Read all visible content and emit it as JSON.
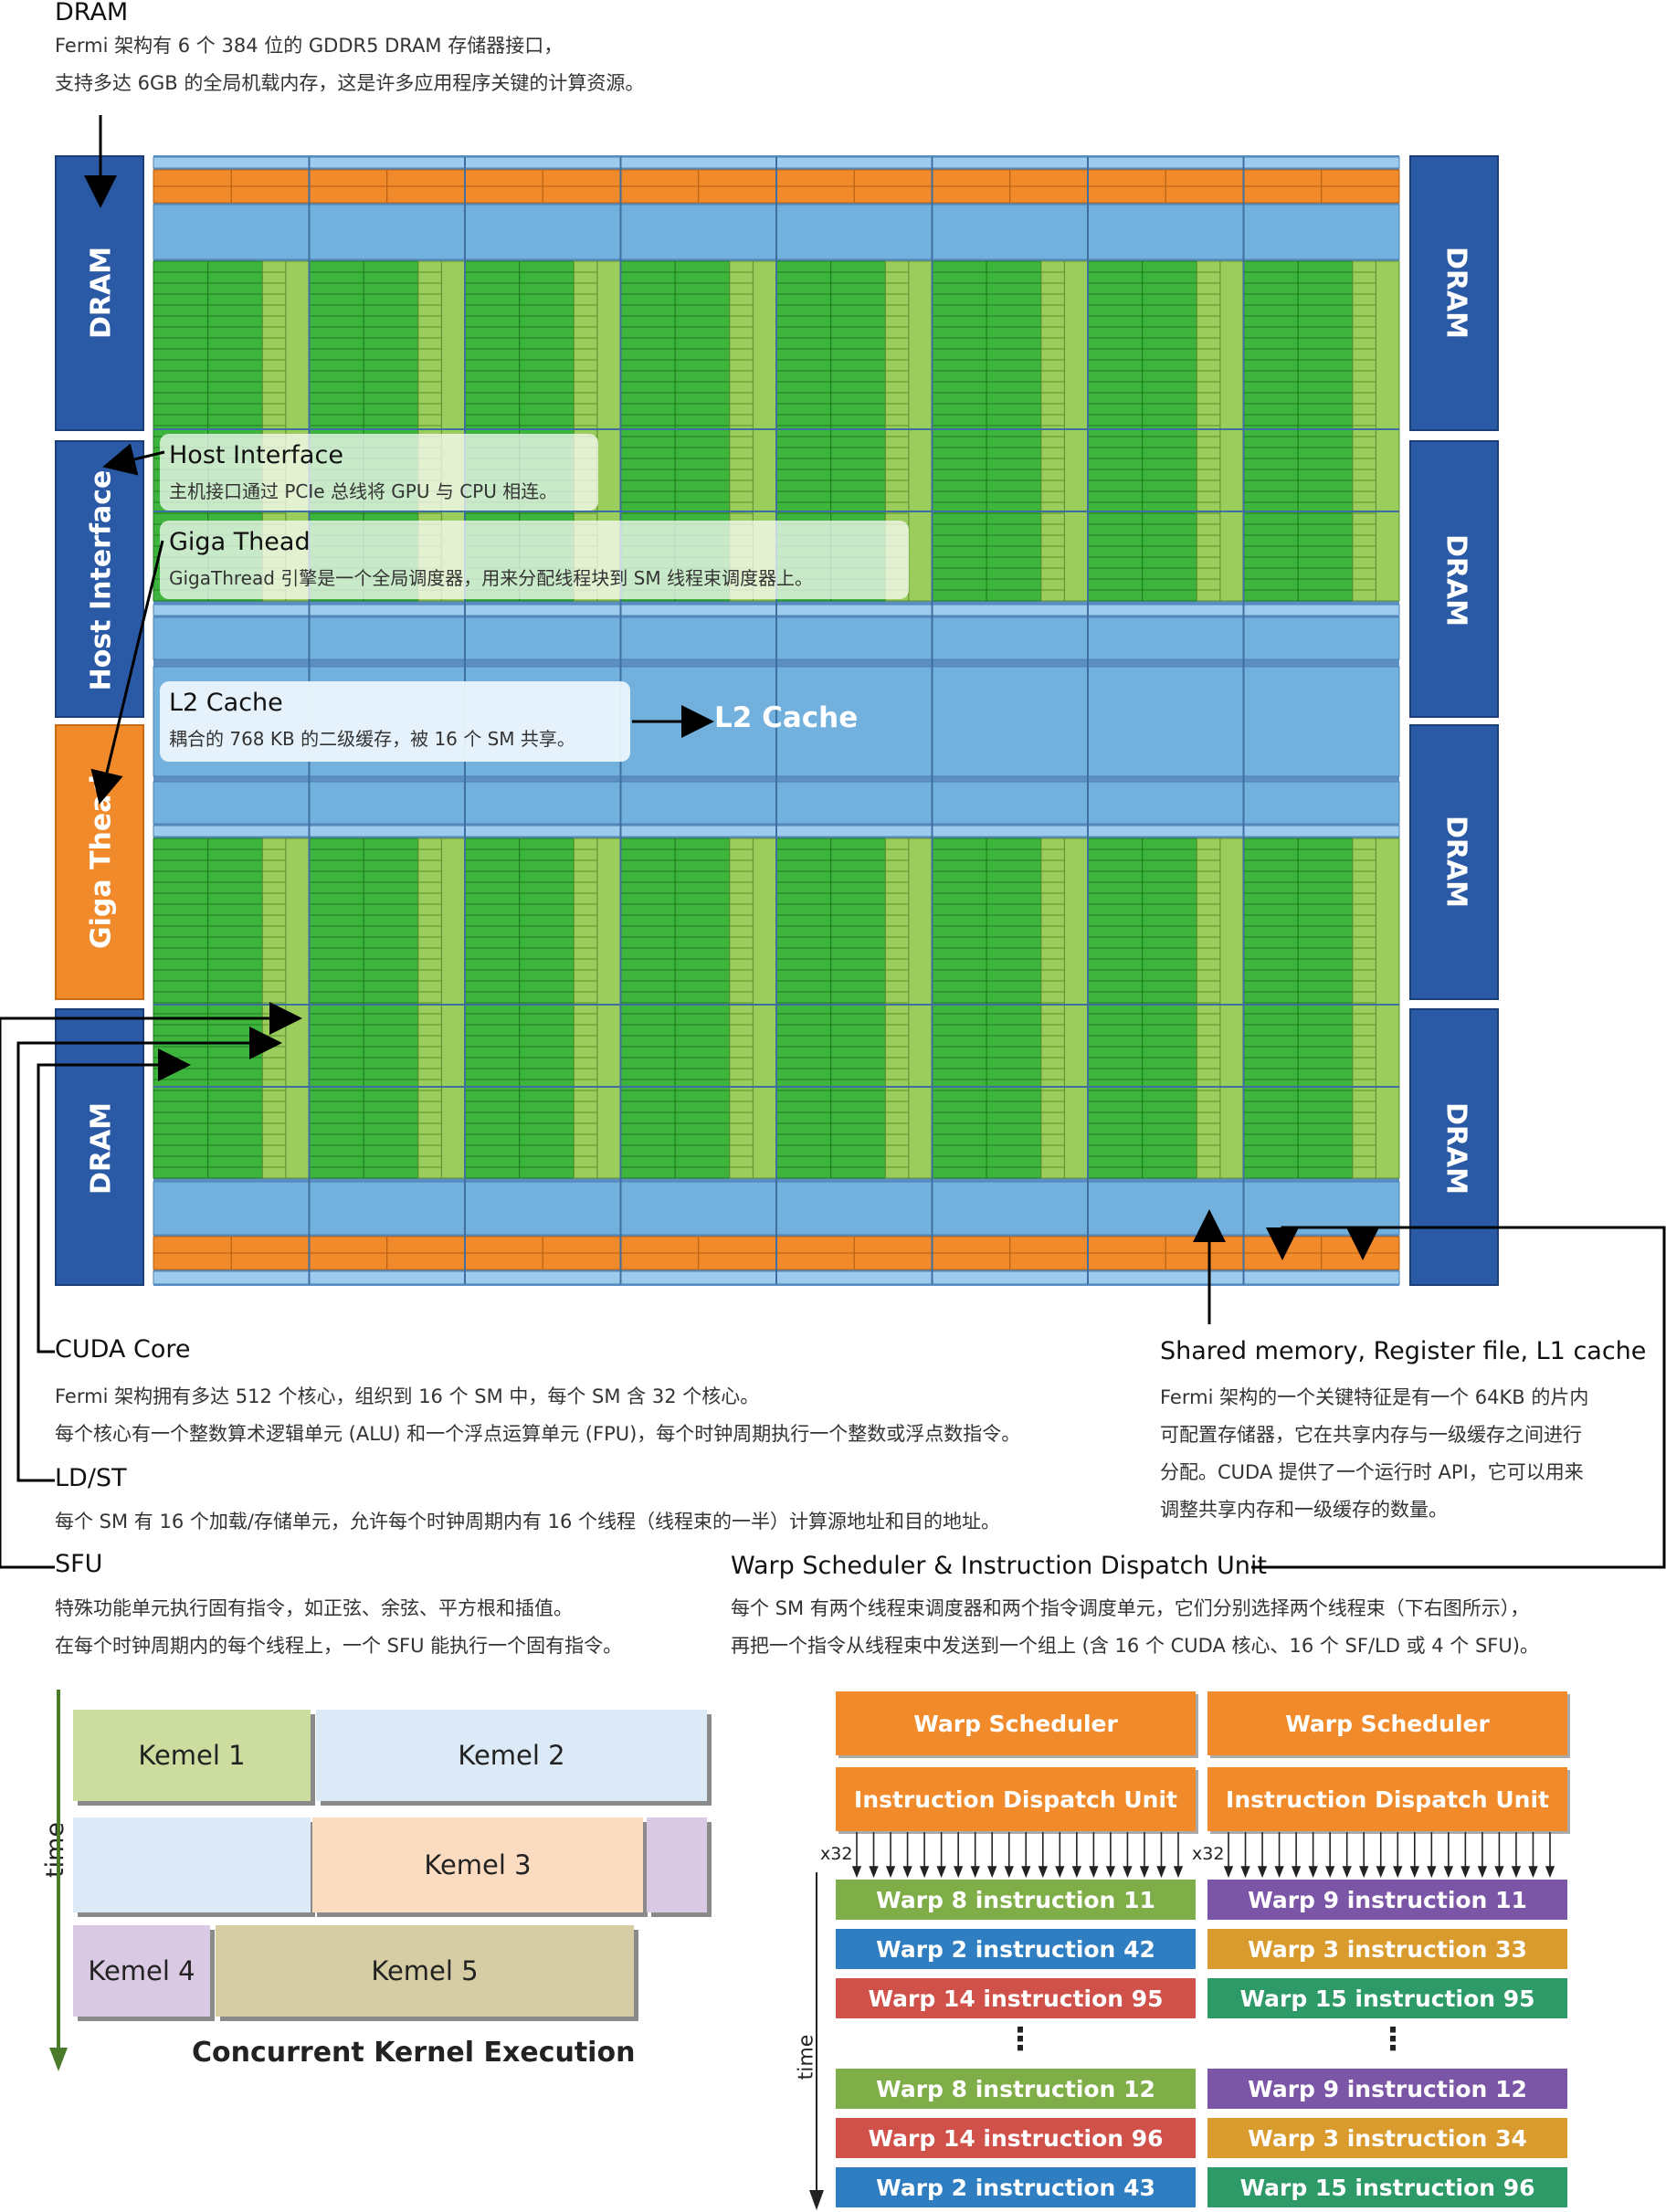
{
  "dram_section": {
    "heading": "DRAM",
    "desc": [
      "Fermi 架构有 6 个 384 位的 GDDR5 DRAM 存储器接口，",
      "支持多达 6GB 的全局机载内存，这是许多应用程序关键的计算资源。"
    ]
  },
  "side_blocks": {
    "dram_label": "DRAM",
    "host_label": "Host Interface",
    "giga_label": "Giga Thead"
  },
  "callouts": {
    "host": {
      "title": "Host Interface",
      "desc": "主机接口通过 PCIe 总线将 GPU 与 CPU 相连。"
    },
    "giga": {
      "title": "Giga Thead",
      "desc": "GigaThread 引擎是一个全局调度器，用来分配线程块到 SM 线程束调度器上。"
    },
    "l2": {
      "title": "L2 Cache",
      "desc": "耦合的 768 KB 的二级缓存，被 16 个 SM 共享。"
    },
    "l2_label": "L2 Cache"
  },
  "cuda_core": {
    "heading": "CUDA Core",
    "desc": [
      "Fermi 架构拥有多达 512 个核心，组织到 16 个 SM 中，每个 SM 含 32 个核心。",
      "每个核心有一个整数算术逻辑单元 (ALU) 和一个浮点运算单元 (FPU)，每个时钟周期执行一个整数或浮点数指令。"
    ]
  },
  "ldst": {
    "heading": "LD/ST",
    "desc": "每个 SM 有 16 个加载/存储单元，允许每个时钟周期内有 16 个线程（线程束的一半）计算源地址和目的地址。"
  },
  "sfu": {
    "heading": "SFU",
    "desc": [
      "特殊功能单元执行固有指令，如正弦、余弦、平方根和插值。",
      "在每个时钟周期内的每个线程上，一个 SFU 能执行一个固有指令。"
    ]
  },
  "shared_mem": {
    "heading": "Shared memory, Register file, L1 cache",
    "desc": [
      "Fermi 架构的一个关键特征是有一个 64KB 的片内",
      "可配置存储器，它在共享内存与一级缓存之间进行",
      "分配。CUDA 提供了一个运行时 API，它可以用来",
      "调整共享内存和一级缓存的数量。"
    ]
  },
  "warp_sched": {
    "heading": "Warp Scheduler & Instruction Dispatch Unit",
    "desc": [
      "每个 SM 有两个线程束调度器和两个指令调度单元，它们分别选择两个线程束（下右图所示），",
      "再把一个指令从线程束中发送到一个组上 (含 16 个 CUDA 核心、16 个 SF/LD 或 4 个 SFU)。"
    ]
  },
  "concurrent": {
    "time_label": "time",
    "kernels": [
      "Kemel 1",
      "Kemel 2",
      "Kemel 3",
      "Kemel 4",
      "Kemel 5"
    ],
    "caption": "Concurrent Kernel Execution",
    "colors": {
      "k1": "#cddc9f",
      "k2": "#dce9f6",
      "k3": "#fbdcc0",
      "k4": "#d9c9e2",
      "k5": "#d6cda4",
      "blank_blue": "#dce9f6",
      "blank_purple": "#d9c9e2"
    }
  },
  "warp_diagram": {
    "time_label": "time",
    "scheduler_label": "Warp Scheduler",
    "dispatch_label": "Instruction Dispatch Unit",
    "x32_label": "x32",
    "dots": "⋮",
    "left": [
      {
        "label": "Warp 8 instruction 11",
        "color": "#7fae48"
      },
      {
        "label": "Warp 2 instruction 42",
        "color": "#2f7ec2"
      },
      {
        "label": "Warp 14 instruction 95",
        "color": "#d0504a"
      },
      {
        "label": "Warp 8 instruction 12",
        "color": "#7fae48"
      },
      {
        "label": "Warp 14 instruction 96",
        "color": "#d0504a"
      },
      {
        "label": "Warp 2 instruction 43",
        "color": "#2f7ec2"
      }
    ],
    "right": [
      {
        "label": "Warp 9 instruction 11",
        "color": "#7b56a6"
      },
      {
        "label": "Warp 3 instruction 33",
        "color": "#d99a2e"
      },
      {
        "label": "Warp 15 instruction 95",
        "color": "#2e9a68"
      },
      {
        "label": "Warp 9 instruction 12",
        "color": "#7b56a6"
      },
      {
        "label": "Warp 3 instruction 34",
        "color": "#d99a2e"
      },
      {
        "label": "Warp 15 instruction 96",
        "color": "#2e9a68"
      }
    ]
  },
  "palette": {
    "dram_blue": "#2a59a6",
    "orange": "#f08a2a",
    "green": "#3db53c",
    "light_green": "#9acd5c",
    "sky": "#72b0de",
    "pale_sky": "#9ccbed"
  }
}
